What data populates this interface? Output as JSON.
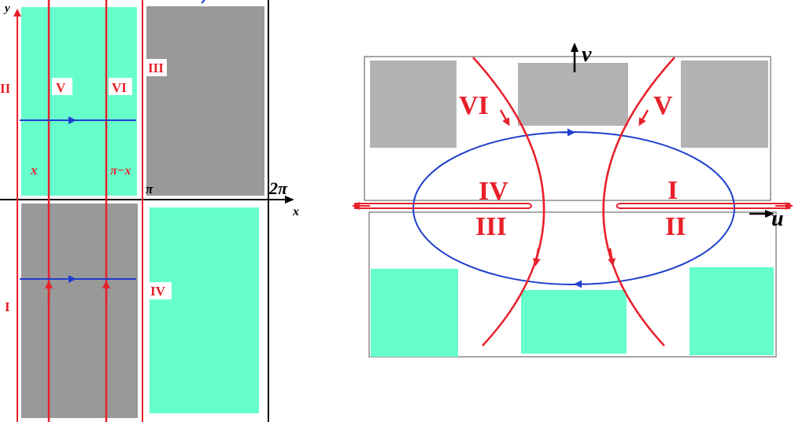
{
  "left_panel": {
    "axis_labels": {
      "x": "x",
      "y": "y"
    },
    "tick_labels": {
      "pi": "π",
      "two_pi": "2π"
    },
    "curve_labels": {
      "x": "x",
      "pi_minus_x": "π−x"
    },
    "region_labels": {
      "I": "I",
      "II": "II",
      "III": "III",
      "IV": "IV",
      "V": "V",
      "VI": "VI"
    }
  },
  "right_panel": {
    "axis_labels": {
      "u": "u",
      "v": "v"
    },
    "region_labels": {
      "I": "I",
      "II": "II",
      "III": "III",
      "IV": "IV",
      "V": "V",
      "VI": "VI"
    }
  },
  "colors": {
    "teal": "#66ffcc",
    "dark_gray": "#999999",
    "light_gray": "#b3b3b3",
    "red": "#e8202a",
    "blue": "#1f3fcc",
    "axis": "#000000"
  }
}
